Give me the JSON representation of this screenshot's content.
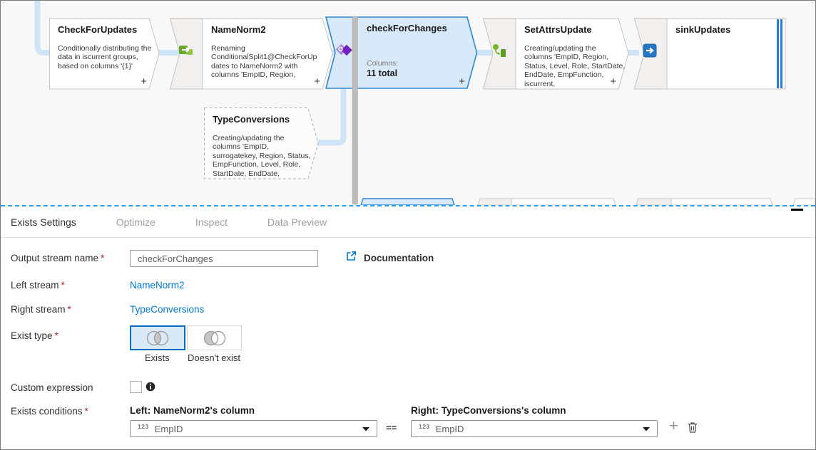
{
  "required_mark": "*",
  "colors": {
    "accent": "#0078d4",
    "required": "#a4262c",
    "selected_node_fill": "#d8eafa",
    "selected_node_border": "#2b88d8",
    "connector": "#cfe4f7",
    "node_border": "#c8c6c4"
  },
  "icons": {
    "plus": "+",
    "documentation": "external-link",
    "delete": "trash",
    "dropdown": "caret-down",
    "info": "info",
    "number_type": "123"
  },
  "canvas": {
    "add_label": "+",
    "nodes": [
      {
        "title": "CheckForUpdates",
        "description": "Conditionally distributing the data in iscurrent groups, based on columns '{1}'"
      },
      {
        "title": "NameNorm2",
        "icon": "select-icon",
        "description": "Renaming ConditionalSplit1@CheckForUpdates to NameNorm2 with columns 'EmpID, Region,"
      },
      {
        "title": "checkForChanges",
        "icon": "exists-icon",
        "selected": true,
        "columns_label": "Columns:",
        "columns_value": "11 total"
      },
      {
        "title": "SetAttrsUpdate",
        "icon": "derived-column-icon",
        "description": "Creating/updating the columns 'EmpID, Region, Status, Level, Role, StartDate, EndDate, EmpFunction, iscurrent,"
      },
      {
        "title": "sinkUpdates",
        "icon": "sink-icon"
      },
      {
        "title": "TypeConversions",
        "dashed": true,
        "description": "Creating/updating the columns 'EmpID, surrogatekey, Region, Status, EmpFunction, Level, Role, StartDate, EndDate,"
      }
    ]
  },
  "panel": {
    "tabs": [
      {
        "label": "Exists Settings",
        "active": true
      },
      {
        "label": "Optimize"
      },
      {
        "label": "Inspect"
      },
      {
        "label": "Data Preview"
      }
    ],
    "output_stream": {
      "label": "Output stream name",
      "value": "checkForChanges"
    },
    "documentation_label": "Documentation",
    "left_stream": {
      "label": "Left stream",
      "value": "NameNorm2"
    },
    "right_stream": {
      "label": "Right stream",
      "value": "TypeConversions"
    },
    "exist_type": {
      "label": "Exist type",
      "options": [
        {
          "label": "Exists",
          "selected": true
        },
        {
          "label": "Doesn't exist",
          "selected": false
        }
      ]
    },
    "custom_expression": {
      "label": "Custom expression",
      "checked": false
    },
    "exists_conditions": {
      "label": "Exists conditions",
      "left_header": "Left: NameNorm2's column",
      "right_header": "Right: TypeConversions's column",
      "operator": "==",
      "type_badge": "123",
      "left_value": "EmpID",
      "right_value": "EmpID"
    }
  }
}
